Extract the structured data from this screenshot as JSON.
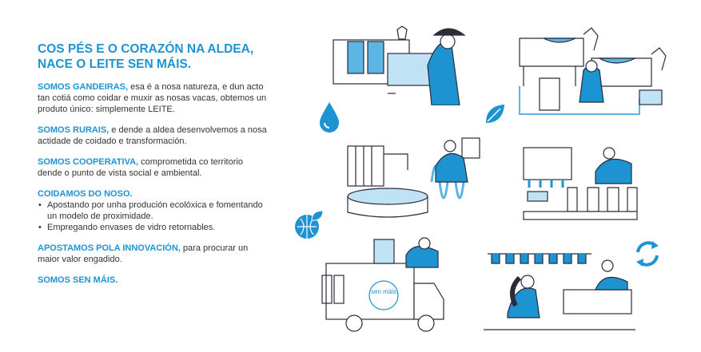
{
  "heading": {
    "line1": "COS PÉS E O CORAZÓN NA ALDEA,",
    "line2": "NACE O LEITE SEN MÁIS."
  },
  "paragraphs": [
    {
      "highlight": "SOMOS GANDEIRAS,",
      "text": " esa é a nosa natureza, e dun acto tan cotiá como coidar e muxir as nosas vacas, obtemos un produto único: simplemente LEITE."
    },
    {
      "highlight": "SOMOS RURAIS,",
      "text": " e dende a aldea desenvolvemos a nosa actidade de coidado e transformación."
    },
    {
      "highlight": "SOMOS COOPERATIVA,",
      "text": " comprometida co territorio dende o punto de vista social e ambiental."
    }
  ],
  "care": {
    "highlight": "COIDAMOS DO NOSO.",
    "bullets": [
      "Apostando por unha produción ecolóxica e fomentando un modelo de proximidade.",
      "Empregando envases de vidro retornables."
    ]
  },
  "innovation": {
    "highlight": "APOSTAMOS POLA INNOVACIÓN,",
    "text": " para procurar un maior valor engadido."
  },
  "closing": "SOMOS SEN MÁIS.",
  "truck_logo": "sen máis",
  "colors": {
    "accent": "#1d93d2",
    "text": "#333333"
  }
}
